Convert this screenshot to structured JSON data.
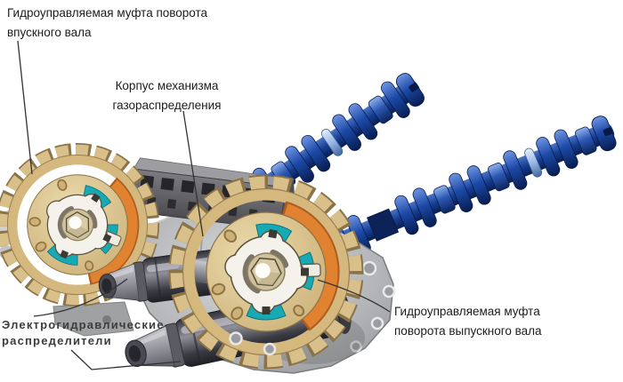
{
  "labels": {
    "intake": {
      "line1": "Гидроуправляемая муфта поворота",
      "line2": "впускного вала"
    },
    "housing": {
      "line1": "Корпус механизма",
      "line2": "газораспределения"
    },
    "solenoids": {
      "line1": "Электрогидравлические",
      "line2": "распределители"
    },
    "exhaust": {
      "line1": "Гидроуправляемая муфта",
      "line2": "поворота выпускного вала"
    }
  },
  "colors": {
    "background": "#ffffff",
    "text": "#1c1c1c",
    "camshaft_blue": "#1c49a8",
    "camshaft_shadow": "#071c4e",
    "sprocket_tan": "#d4b87e",
    "rim_orange": "#e08230",
    "vane_teal": "#18aab4",
    "rotor_white": "#f4f2ea",
    "housing_gray": "#5f5f64",
    "block_gray": "#b4b6b9",
    "solenoid_gray": "#55555c",
    "leader_line": "#333333"
  }
}
